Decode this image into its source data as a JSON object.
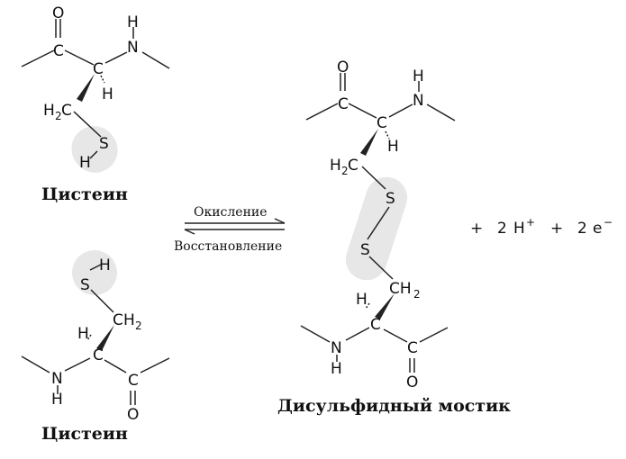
{
  "atoms": {
    "O": "O",
    "C": "C",
    "H": "H",
    "N": "N",
    "S": "S",
    "CH": "CH",
    "two": "2"
  },
  "labels": {
    "cysteine_top": "Цистеин",
    "cysteine_bottom": "Цистеин",
    "disulfide": "Дисульфидный мостик"
  },
  "reaction": {
    "forward": "Окисление",
    "reverse": "Восстановление"
  },
  "products": {
    "plus1": "+",
    "protons_coeff": "2",
    "proton": "H",
    "proton_charge": "+",
    "plus2": "+",
    "electrons_coeff": "2",
    "electron": "e",
    "electron_charge": "−"
  },
  "colors": {
    "highlight": "#e7e7e7",
    "ink": "#111111"
  }
}
